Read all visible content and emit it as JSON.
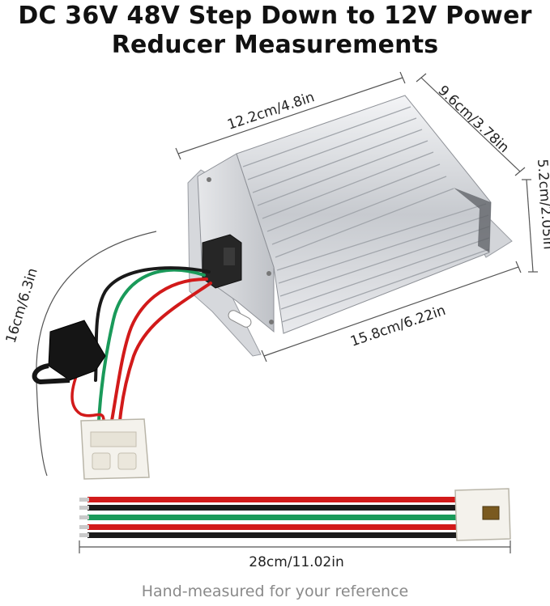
{
  "title_line1": "DC 36V 48V Step Down to 12V Power",
  "title_line2": "Reducer Measurements",
  "dimensions": {
    "top_width": "12.2cm/4.8in",
    "top_depth": "9.6cm/3.78in",
    "height": "5.2cm/2.05in",
    "bottom_length": "15.8cm/6.22in",
    "cable_length": "16cm/6.3in",
    "wire_length": "28cm/11.02in"
  },
  "footer_note": "Hand-measured for your reference",
  "colors": {
    "wire_red": "#d21a1a",
    "wire_green": "#1a9a5a",
    "wire_black": "#1a1a1a",
    "housing": "#c9ccd0",
    "connector": "#f4f2ec"
  }
}
